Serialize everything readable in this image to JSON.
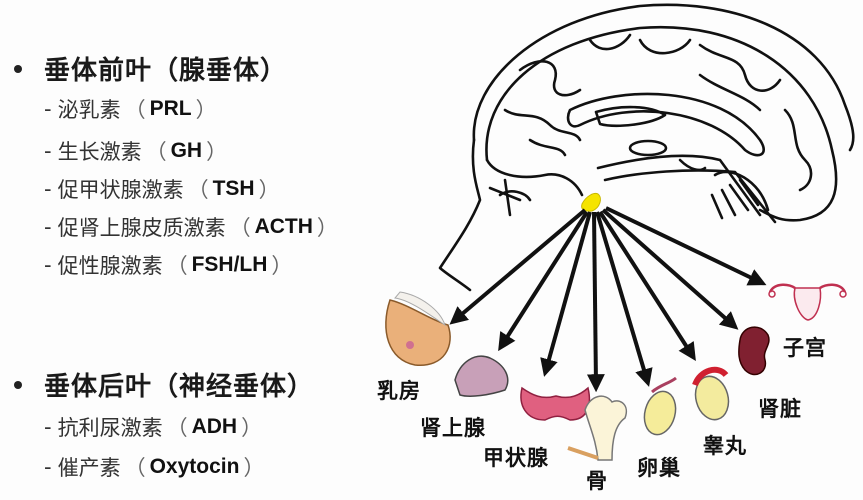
{
  "anterior": {
    "title": "垂体前叶（腺垂体）",
    "hormones": [
      {
        "name": "泌乳素",
        "abbr": "PRL"
      },
      {
        "name": "生长激素",
        "abbr": "GH"
      },
      {
        "name": "促甲状腺激素",
        "abbr": "TSH"
      },
      {
        "name": "促肾上腺皮质激素",
        "abbr": "ACTH"
      },
      {
        "name": "促性腺激素",
        "abbr": "FSH/LH"
      }
    ]
  },
  "posterior": {
    "title": "垂体后叶（神经垂体）",
    "hormones": [
      {
        "name": "抗利尿激素",
        "abbr": "ADH"
      },
      {
        "name": "催产素",
        "abbr": "Oxytocin"
      }
    ]
  },
  "symbols": {
    "bullet": "•",
    "dash": "-",
    "open_paren": "（",
    "close_paren": "）"
  },
  "organs": [
    {
      "label": "乳房"
    },
    {
      "label": "肾上腺"
    },
    {
      "label": "甲状腺"
    },
    {
      "label": "骨"
    },
    {
      "label": "卵巢"
    },
    {
      "label": "睾丸"
    },
    {
      "label": "肾脏"
    },
    {
      "label": "子宫"
    }
  ],
  "colors": {
    "pituitary": "#f5e400",
    "line": "#111111",
    "text": "#1a1a1a"
  }
}
